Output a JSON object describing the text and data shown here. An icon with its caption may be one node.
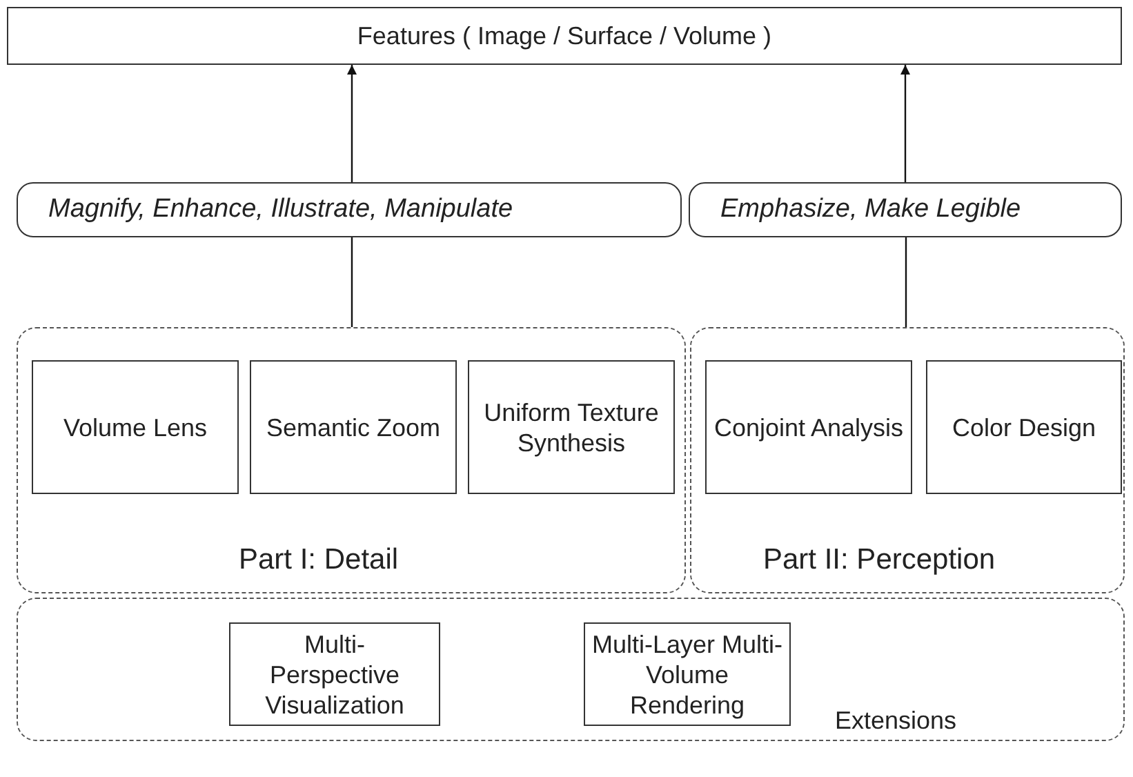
{
  "diagram": {
    "nodes": [
      {
        "text": [
          "Features ( Image / Surface / Volume )"
        ]
      },
      {
        "text": [
          "Magnify, Enhance, Illustrate, Manipulate"
        ]
      },
      {
        "text": [
          "Emphasize, Make Legible"
        ]
      },
      {
        "text": [
          "Part I: Detail"
        ]
      },
      {
        "text": [
          "Volume Lens"
        ],
        "in": 3
      },
      {
        "text": [
          "Semantic Zoom"
        ],
        "in": 3
      },
      {
        "text": [
          "Uniform Texture Synthesis"
        ],
        "in": 3
      },
      {
        "text": [
          "Part II: Perception"
        ]
      },
      {
        "text": [
          "Conjoint Analysis"
        ],
        "in": 7
      },
      {
        "text": [
          "Color Design"
        ],
        "in": 7
      },
      {
        "text": [
          "Extensions"
        ]
      },
      {
        "text": [
          "Multi- Perspective Visualization"
        ],
        "in": 10
      },
      {
        "text": [
          "Multi-Layer Multi-Volume Rendering"
        ],
        "in": 10
      }
    ],
    "edges": [
      {
        "from": 3,
        "to": 1,
        "arrow": "none"
      },
      {
        "from": 1,
        "to": 0,
        "arrow": "to"
      },
      {
        "from": 7,
        "to": 2,
        "arrow": "none"
      },
      {
        "from": 2,
        "to": 0,
        "arrow": "to"
      }
    ]
  }
}
